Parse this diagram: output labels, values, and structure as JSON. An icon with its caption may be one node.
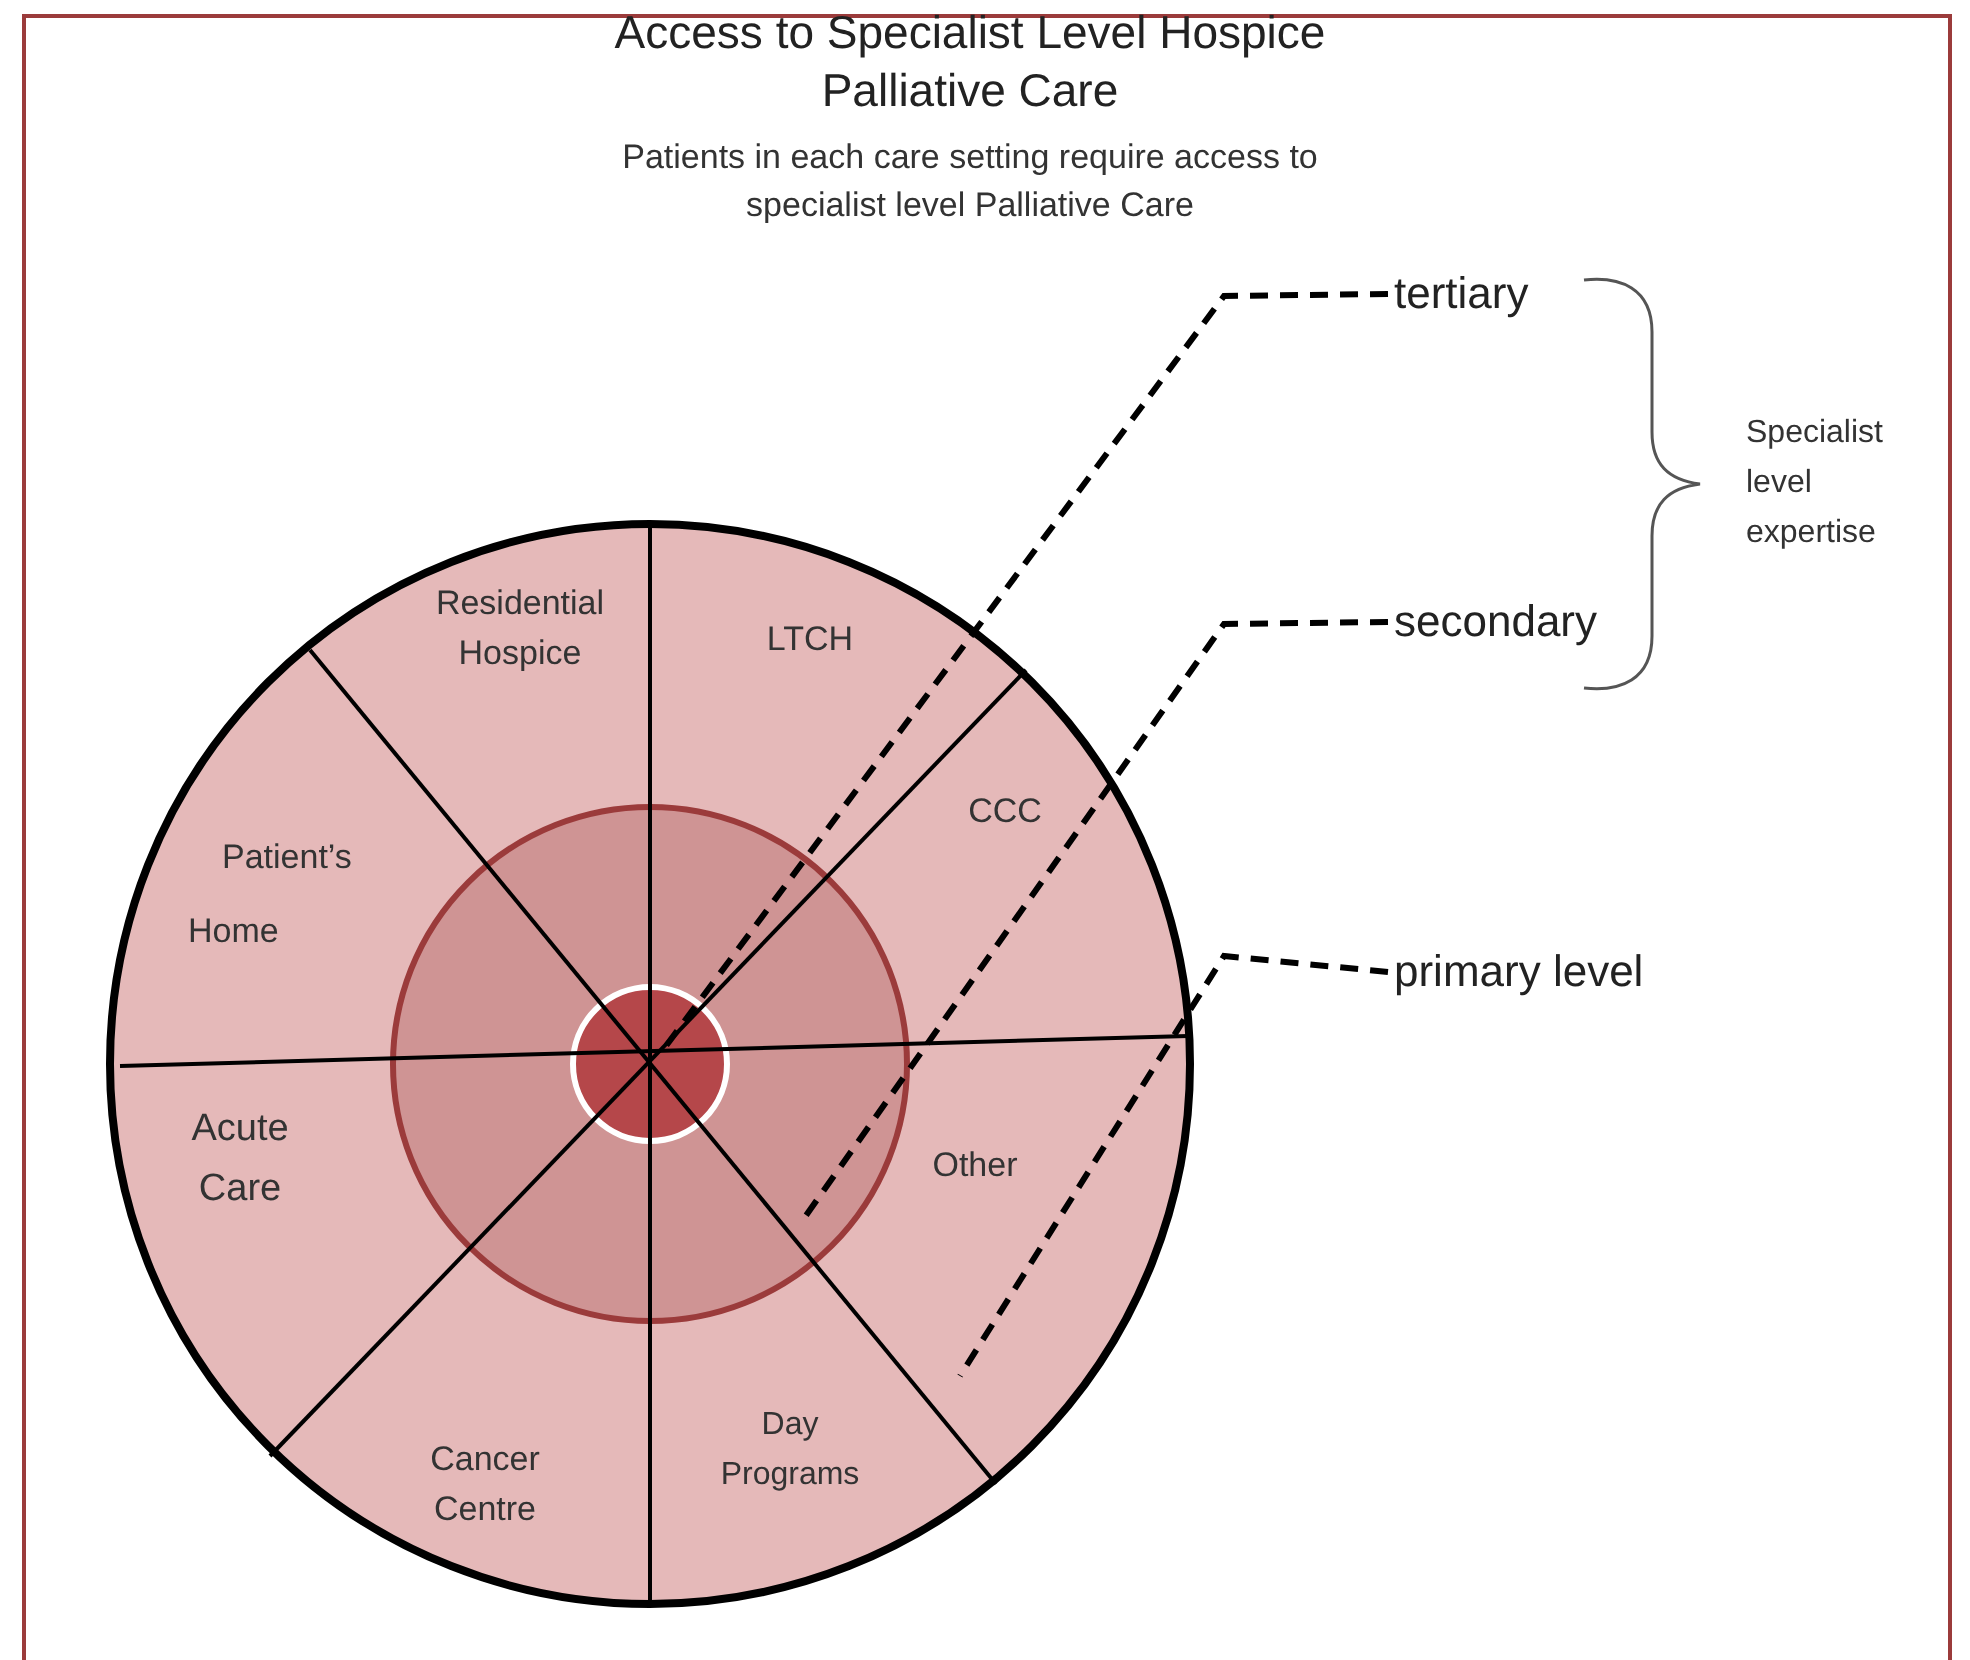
{
  "diagram": {
    "title": "Access to Specialist Level Hospice Palliative Care",
    "nodes": [
      {
        "text": [
          "Residential Hospice",
          "LTCH",
          "CCC",
          "Other",
          "Day Programs",
          "Cancer Centre",
          "Acute Care",
          "Patient’s Home"
        ]
      },
      {
        "text": [],
        "shape": "circle",
        "in": 0
      },
      {
        "text": [],
        "shape": "circle",
        "in": 1
      },
      {
        "text": [
          "tertiary"
        ]
      },
      {
        "text": [
          "secondary"
        ]
      },
      {
        "text": [
          "primary level"
        ]
      }
    ],
    "edges": [
      {
        "from": 3,
        "to": 2,
        "arrow": "none",
        "style": "dashed"
      },
      {
        "from": 4,
        "to": 1,
        "arrow": "none",
        "style": "dashed"
      },
      {
        "from": 5,
        "to": 0,
        "arrow": "none",
        "style": "dashed"
      }
    ],
    "labels": [
      "Patients in each care setting require access to specialist level Palliative Care",
      "Specialist level expertise"
    ]
  }
}
